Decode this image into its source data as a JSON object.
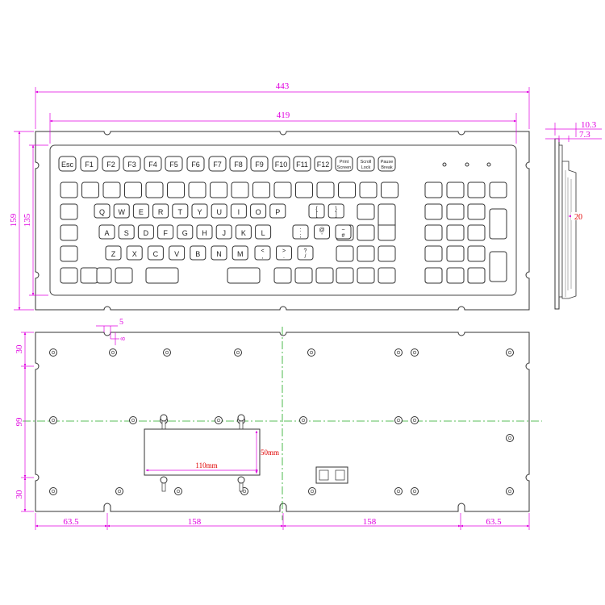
{
  "dimensions": {
    "overall_width": "443",
    "inner_width": "419",
    "overall_height": "159",
    "inner_height": "135",
    "side_depth": "10.3",
    "side_plate": "7.3",
    "side_height": "20",
    "slot_offset": "5",
    "slot_size": "8",
    "bottom_top": "30",
    "bottom_middle": "99",
    "bottom_lower": "30",
    "bottom_left": "63.5",
    "bottom_center_left": "158",
    "bottom_center_right": "158",
    "bottom_right": "63.5",
    "cutout_width": "110mm",
    "cutout_height": "50mm"
  },
  "keyboard": {
    "function_row": [
      "Esc",
      "F1",
      "F2",
      "F3",
      "F4",
      "F5",
      "F6",
      "F7",
      "F8",
      "F9",
      "F10",
      "F11",
      "F12"
    ],
    "special_keys": [
      {
        "line1": "Print",
        "line2": "Screen"
      },
      {
        "line1": "Scroll",
        "line2": "Lock"
      },
      {
        "line1": "Pause",
        "line2": "Break"
      }
    ],
    "row_q": [
      "Q",
      "W",
      "E",
      "R",
      "T",
      "Y",
      "U",
      "I",
      "O",
      "P"
    ],
    "row_q_extra": [
      {
        "line1": "{",
        "line2": "["
      },
      {
        "line1": "}",
        "line2": "]"
      }
    ],
    "row_a": [
      "A",
      "S",
      "D",
      "F",
      "G",
      "H",
      "J",
      "K",
      "L"
    ],
    "row_a_extra": [
      {
        "line1": ":",
        "line2": ";"
      },
      {
        "line1": "@",
        "line2": "'"
      },
      {
        "line1": "~",
        "line2": "#"
      }
    ],
    "row_z": [
      "Z",
      "X",
      "C",
      "V",
      "B",
      "N",
      "M"
    ],
    "row_z_extra": [
      {
        "line1": "<",
        "line2": ","
      },
      {
        "line1": ">",
        "line2": "."
      },
      {
        "line1": "?",
        "line2": "/"
      }
    ]
  },
  "colors": {
    "dimension": "#e000e0",
    "outline": "#333333",
    "centerline": "#22aa22"
  }
}
